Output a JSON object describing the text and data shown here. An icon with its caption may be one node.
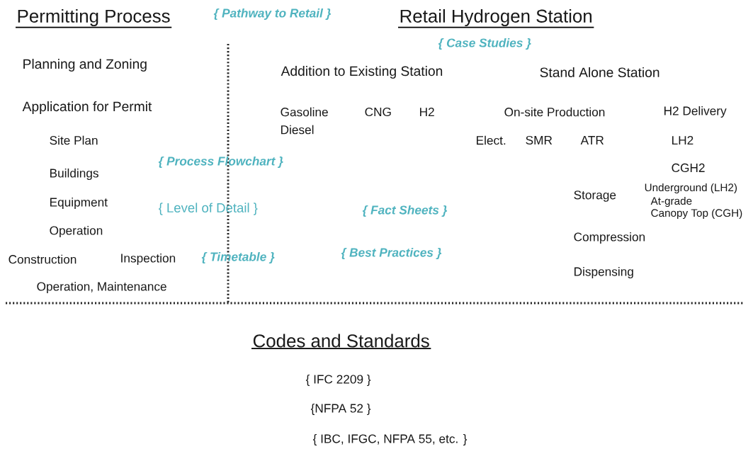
{
  "diagram": {
    "labels": [
      "Permitting Process",
      "{ Pathway to Retail }",
      "Retail Hydrogen Station",
      "{ Case Studies }",
      "Planning and Zoning",
      "Addition to Existing Station",
      "Stand Alone Station",
      "Application for Permit",
      "Gasoline",
      "CNG",
      "H2",
      "On-site Production",
      "H2 Delivery",
      "Diesel",
      "Site Plan",
      "Elect.",
      "SMR",
      "ATR",
      "LH2",
      "{ Process Flowchart }",
      "Buildings",
      "CGH2",
      "Underground (LH2)",
      "Equipment",
      "{ Level of Detail }",
      "Storage",
      "At-grade",
      "{ Fact Sheets }",
      "Canopy Top (CGH)",
      "Operation",
      "Compression",
      "Construction",
      "Inspection",
      "{ Timetable }",
      "{ Best Practices }",
      "Dispensing",
      "Operation, Maintenance",
      "Codes and Standards",
      "{ IFC 2209 }",
      "{NFPA 52 }",
      "{ IBC, IFGC, NFPA 55, etc. }"
    ]
  }
}
